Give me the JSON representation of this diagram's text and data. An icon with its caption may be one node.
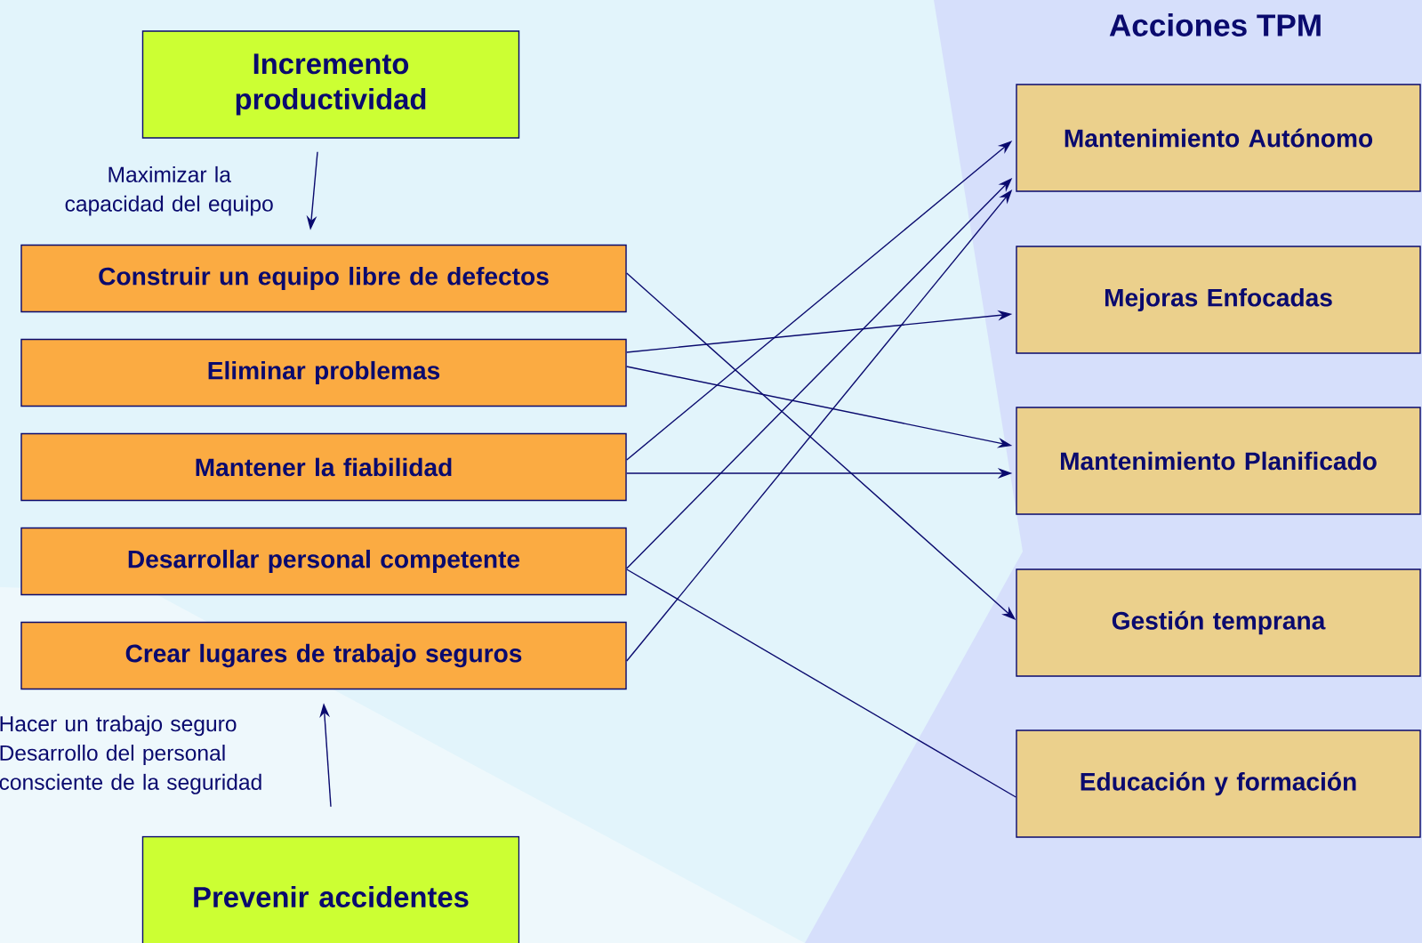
{
  "diagram": {
    "title": "Acciones TPM",
    "nodes": [
      {
        "text": [
          "Incremento productividad"
        ]
      },
      {
        "text": [
          "Construir un equipo libre de defectos"
        ]
      },
      {
        "text": [
          "Eliminar problemas"
        ]
      },
      {
        "text": [
          "Mantener la fiabilidad"
        ]
      },
      {
        "text": [
          "Desarrollar personal competente"
        ]
      },
      {
        "text": [
          "Crear lugares de trabajo seguros"
        ]
      },
      {
        "text": [
          "Prevenir accidentes"
        ]
      },
      {
        "text": [
          "Mantenimiento Autónomo"
        ]
      },
      {
        "text": [
          "Mejoras Enfocadas"
        ]
      },
      {
        "text": [
          "Mantenimiento Planificado"
        ]
      },
      {
        "text": [
          "Gestión temprana"
        ]
      },
      {
        "text": [
          "Educación y formación"
        ]
      }
    ],
    "edges": [
      {
        "from": 0,
        "to": 1,
        "arrow": "to",
        "label": "Maximizar la capacidad del equipo"
      },
      {
        "from": 1,
        "to": 10,
        "arrow": "to"
      },
      {
        "from": 2,
        "to": 8,
        "arrow": "to"
      },
      {
        "from": 2,
        "to": 9,
        "arrow": "to"
      },
      {
        "from": 3,
        "to": 7,
        "arrow": "to"
      },
      {
        "from": 3,
        "to": 9,
        "arrow": "to"
      },
      {
        "from": 4,
        "to": 7,
        "arrow": "to"
      },
      {
        "from": 4,
        "to": 11,
        "arrow": "none"
      },
      {
        "from": 5,
        "to": 7,
        "arrow": "to"
      },
      {
        "from": 6,
        "to": 5,
        "arrow": "to",
        "label": "Hacer un trabajo seguro Desarrollo del personal consciente de la seguridad"
      }
    ]
  }
}
